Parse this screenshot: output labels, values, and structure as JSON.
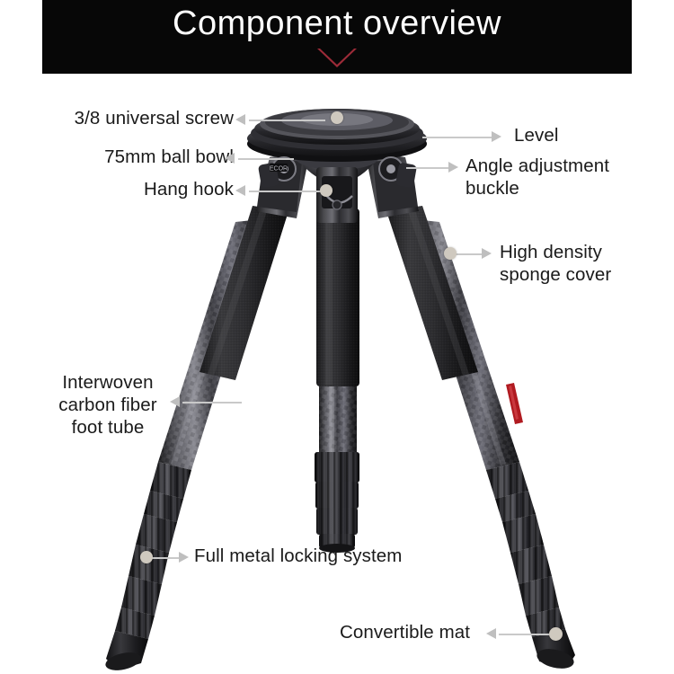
{
  "header": {
    "title": "Component overview",
    "background": "#070707",
    "title_color": "#ffffff",
    "accent_color": "#9c2b38",
    "arrow_icon": "triangle-down-icon"
  },
  "theme": {
    "page_background": "#ffffff",
    "label_color": "#1a1a1a",
    "leader_line_color": "#c9c9c9",
    "dot_color": "#cfc9bf",
    "product_red_accent": "#b01a20"
  },
  "diagram": {
    "subject": "carbon-fiber-tripod",
    "callouts": [
      {
        "id": "screw",
        "label": "3/8 universal screw",
        "side": "left",
        "align": "right"
      },
      {
        "id": "bowl",
        "label": "75mm ball bowl",
        "side": "left",
        "align": "right"
      },
      {
        "id": "hook",
        "label": "Hang hook",
        "side": "left",
        "align": "right"
      },
      {
        "id": "level",
        "label": "Level",
        "side": "right",
        "align": "left"
      },
      {
        "id": "buckle",
        "label": "Angle adjustment\nbuckle",
        "side": "right",
        "align": "left"
      },
      {
        "id": "sponge",
        "label": "High density\nsponge cover",
        "side": "right",
        "align": "left"
      },
      {
        "id": "tube",
        "label": "Interwoven\ncarbon fiber\nfoot tube",
        "side": "left",
        "align": "center"
      },
      {
        "id": "lock",
        "label": "Full metal locking system",
        "side": "right",
        "align": "left"
      },
      {
        "id": "mat",
        "label": "Convertible mat",
        "side": "left",
        "align": "left"
      }
    ]
  }
}
